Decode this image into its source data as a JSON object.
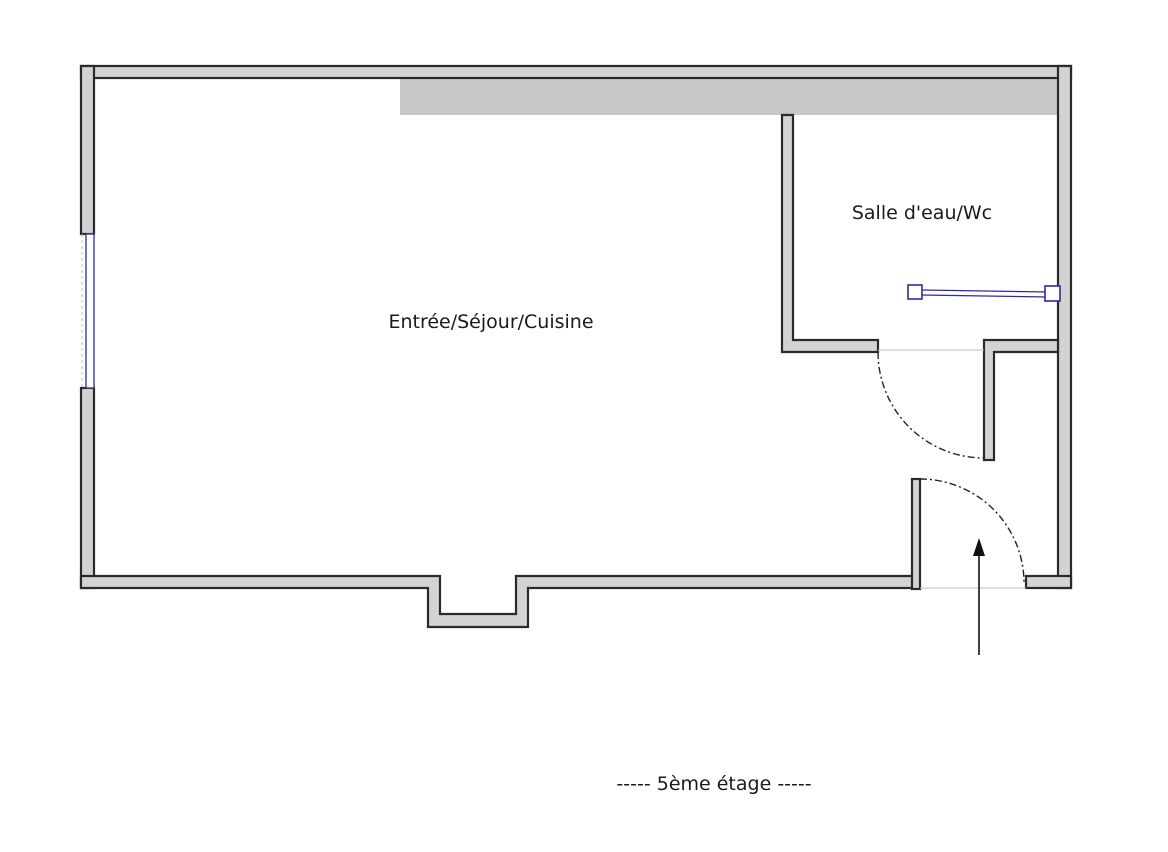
{
  "plan": {
    "rooms": [
      {
        "id": "living",
        "label": "Entrée/Séjour/Cuisine"
      },
      {
        "id": "bath",
        "label": "Salle d'eau/Wc"
      }
    ],
    "floor_label": "----- 5ème étage -----",
    "colors": {
      "wall_fill": "#d3d3d3",
      "wall_stroke": "#2a2a2a",
      "overhead_bar": "#c8c8c8",
      "fixture": "#2b2b9e"
    }
  }
}
